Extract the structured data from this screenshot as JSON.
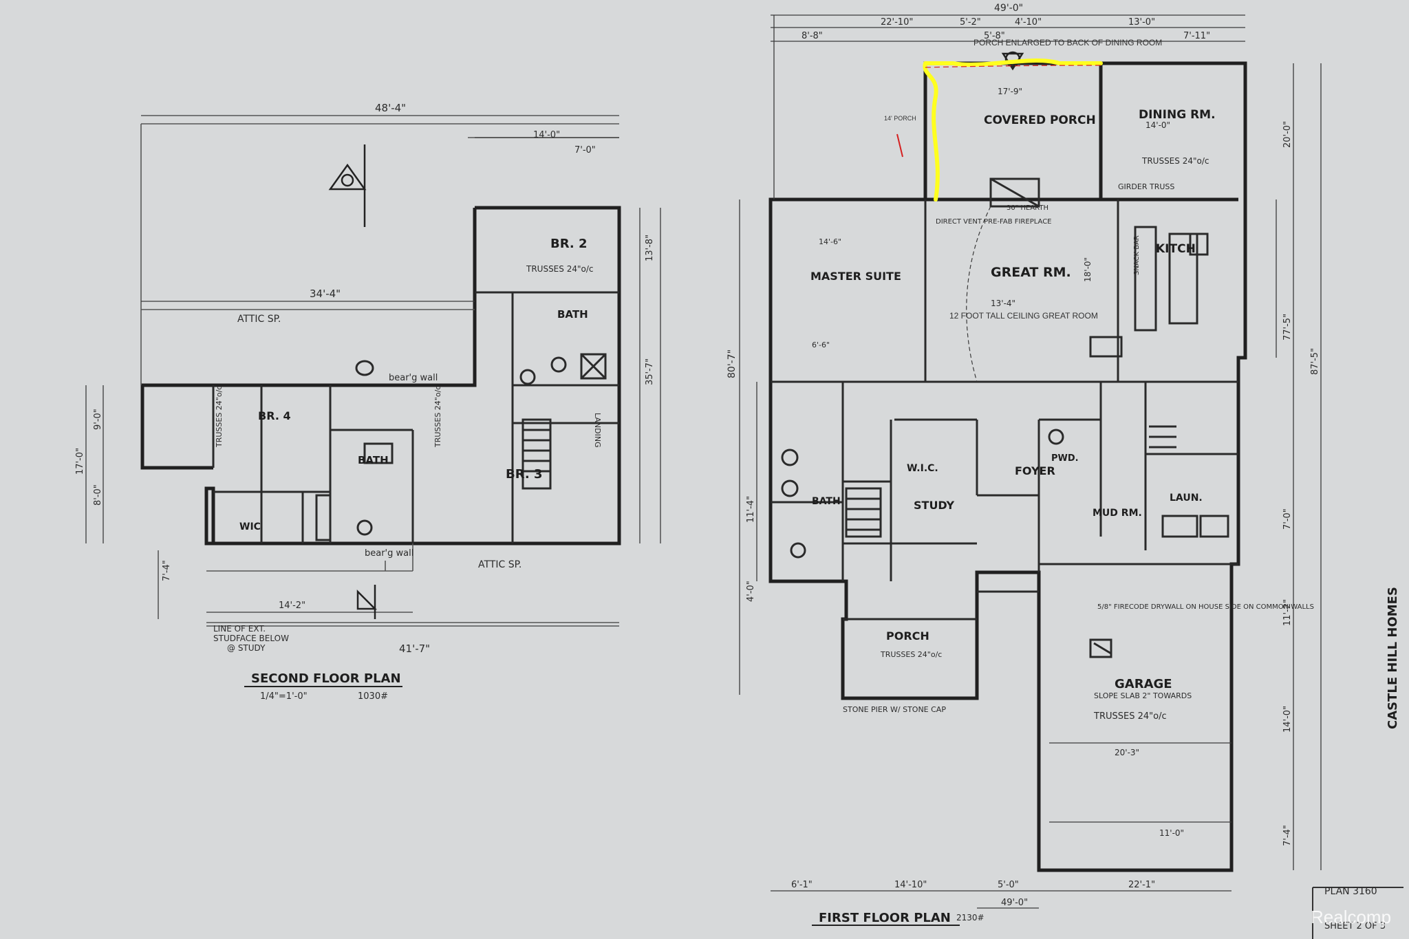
{
  "second_floor": {
    "title": "SECOND FLOOR PLAN",
    "scale": "1/4\"=1'-0\"",
    "area": "1030#",
    "rooms": {
      "br2": "BR. 2",
      "br3": "BR. 3",
      "br4": "BR. 4",
      "bath_a": "BATH",
      "bath_b": "BATH",
      "wic": "WIC",
      "landing": "LANDING",
      "attic_a": "ATTIC SP.",
      "attic_b": "ATTIC SP."
    },
    "notes": {
      "bearing_wall_a": "bear'g wall",
      "bearing_wall_b": "bear'g wall",
      "line_ext": "LINE OF EXT.",
      "stud_face": "STUDFACE BELOW",
      "at_study": "@ STUDY",
      "trusses_a": "TRUSSES 24\"o/c",
      "trusses_b": "TRUSSES 24\"o/c",
      "trusses_c": "TRUSSES 24\"o/c"
    },
    "dims": {
      "overall_top": "48'-4\"",
      "top_14": "14'-0\"",
      "top_7": "7'-0\"",
      "attic_34": "34'-4\"",
      "bottom_41": "41'-7\"",
      "bottom_14": "14'-2\"",
      "right_13": "13'-8\"",
      "left_17": "17'-0\"",
      "left_9": "9'-0\"",
      "left_8": "8'-0\"",
      "left_7": "7'-4\"",
      "right_35": "35'-7\""
    }
  },
  "first_floor": {
    "title": "FIRST FLOOR PLAN",
    "area": "2130#",
    "rooms": {
      "covered_porch": "COVERED PORCH",
      "dining": "DINING RM.",
      "great": "GREAT RM.",
      "master": "MASTER SUITE",
      "kitchen": "KITCH",
      "foyer": "FOYER",
      "study": "STUDY",
      "mud": "MUD RM.",
      "laun": "LAUN.",
      "garage": "GARAGE",
      "porch": "PORCH",
      "bath": "BATH",
      "wic": "W.I.C.",
      "pwd": "PWD."
    },
    "notes": {
      "porch_enlarged": "PORCH ENLARGED TO BACK OF DINING ROOM",
      "ceiling_note": "12 FOOT TALL CEILING GREAT ROOM",
      "porch_depth": "14' PORCH",
      "girder": "GIRDER TRUSS",
      "hearth": "30\" HEARTH",
      "fireplace": "DIRECT VENT PRE-FAB FIREPLACE",
      "trusses_din": "TRUSSES 24\"o/c",
      "trusses_gar": "TRUSSES 24\"o/c",
      "trusses_porch": "TRUSSES 24\"o/c",
      "stone_pier": "STONE PIER W/ STONE CAP",
      "snack_bar": "SNACK BAR",
      "slope": "SLOPE SLAB 2\" TOWARDS",
      "firecode": "5/8\" FIRECODE DRYWALL ON HOUSE SIDE ON COMMON WALLS"
    },
    "dims": {
      "overall_top": "49'-0\"",
      "top_22": "22'-10\"",
      "top_5a": "5'-2\"",
      "top_4": "4'-10\"",
      "top_13": "13'-0\"",
      "top_8": "8'-8\"",
      "top_5b": "5'-8\"",
      "top_7": "7'-11\"",
      "left_80": "80'-7\"",
      "left_11": "11'-4\"",
      "left_4": "4'-0\"",
      "right_20": "20'-0\"",
      "right_77": "77'-5\"",
      "right_87": "87'-5\"",
      "right_7": "7'-0\"",
      "right_11": "11'-2\"",
      "right_14": "14'-0\"",
      "right_7b": "7'-4\"",
      "bottom_6": "6'-1\"",
      "bottom_14": "14'-10\"",
      "bottom_5": "5'-0\"",
      "bottom_22": "22'-1\"",
      "bottom_49": "49'-0\"",
      "garage_20": "20'-3\"",
      "garage_11": "11'-0\"",
      "great_13": "13'-4\"",
      "great_18": "18'-0\"",
      "din_14": "14'-0\"",
      "porch_17": "17'-9\"",
      "master_14": "14'-6\"",
      "master_6": "6'-6\""
    }
  },
  "sidebar": {
    "builder": "CASTLE HILL HOMES",
    "plan_no": "PLAN 3160",
    "sheet": "SHEET 2 OF 3"
  },
  "watermark": "Realcomp",
  "colors": {
    "paper": "#d7d9da",
    "ink": "#2b2b2b",
    "highlight": "#ffff1f",
    "markup_red": "#d51f1f"
  }
}
